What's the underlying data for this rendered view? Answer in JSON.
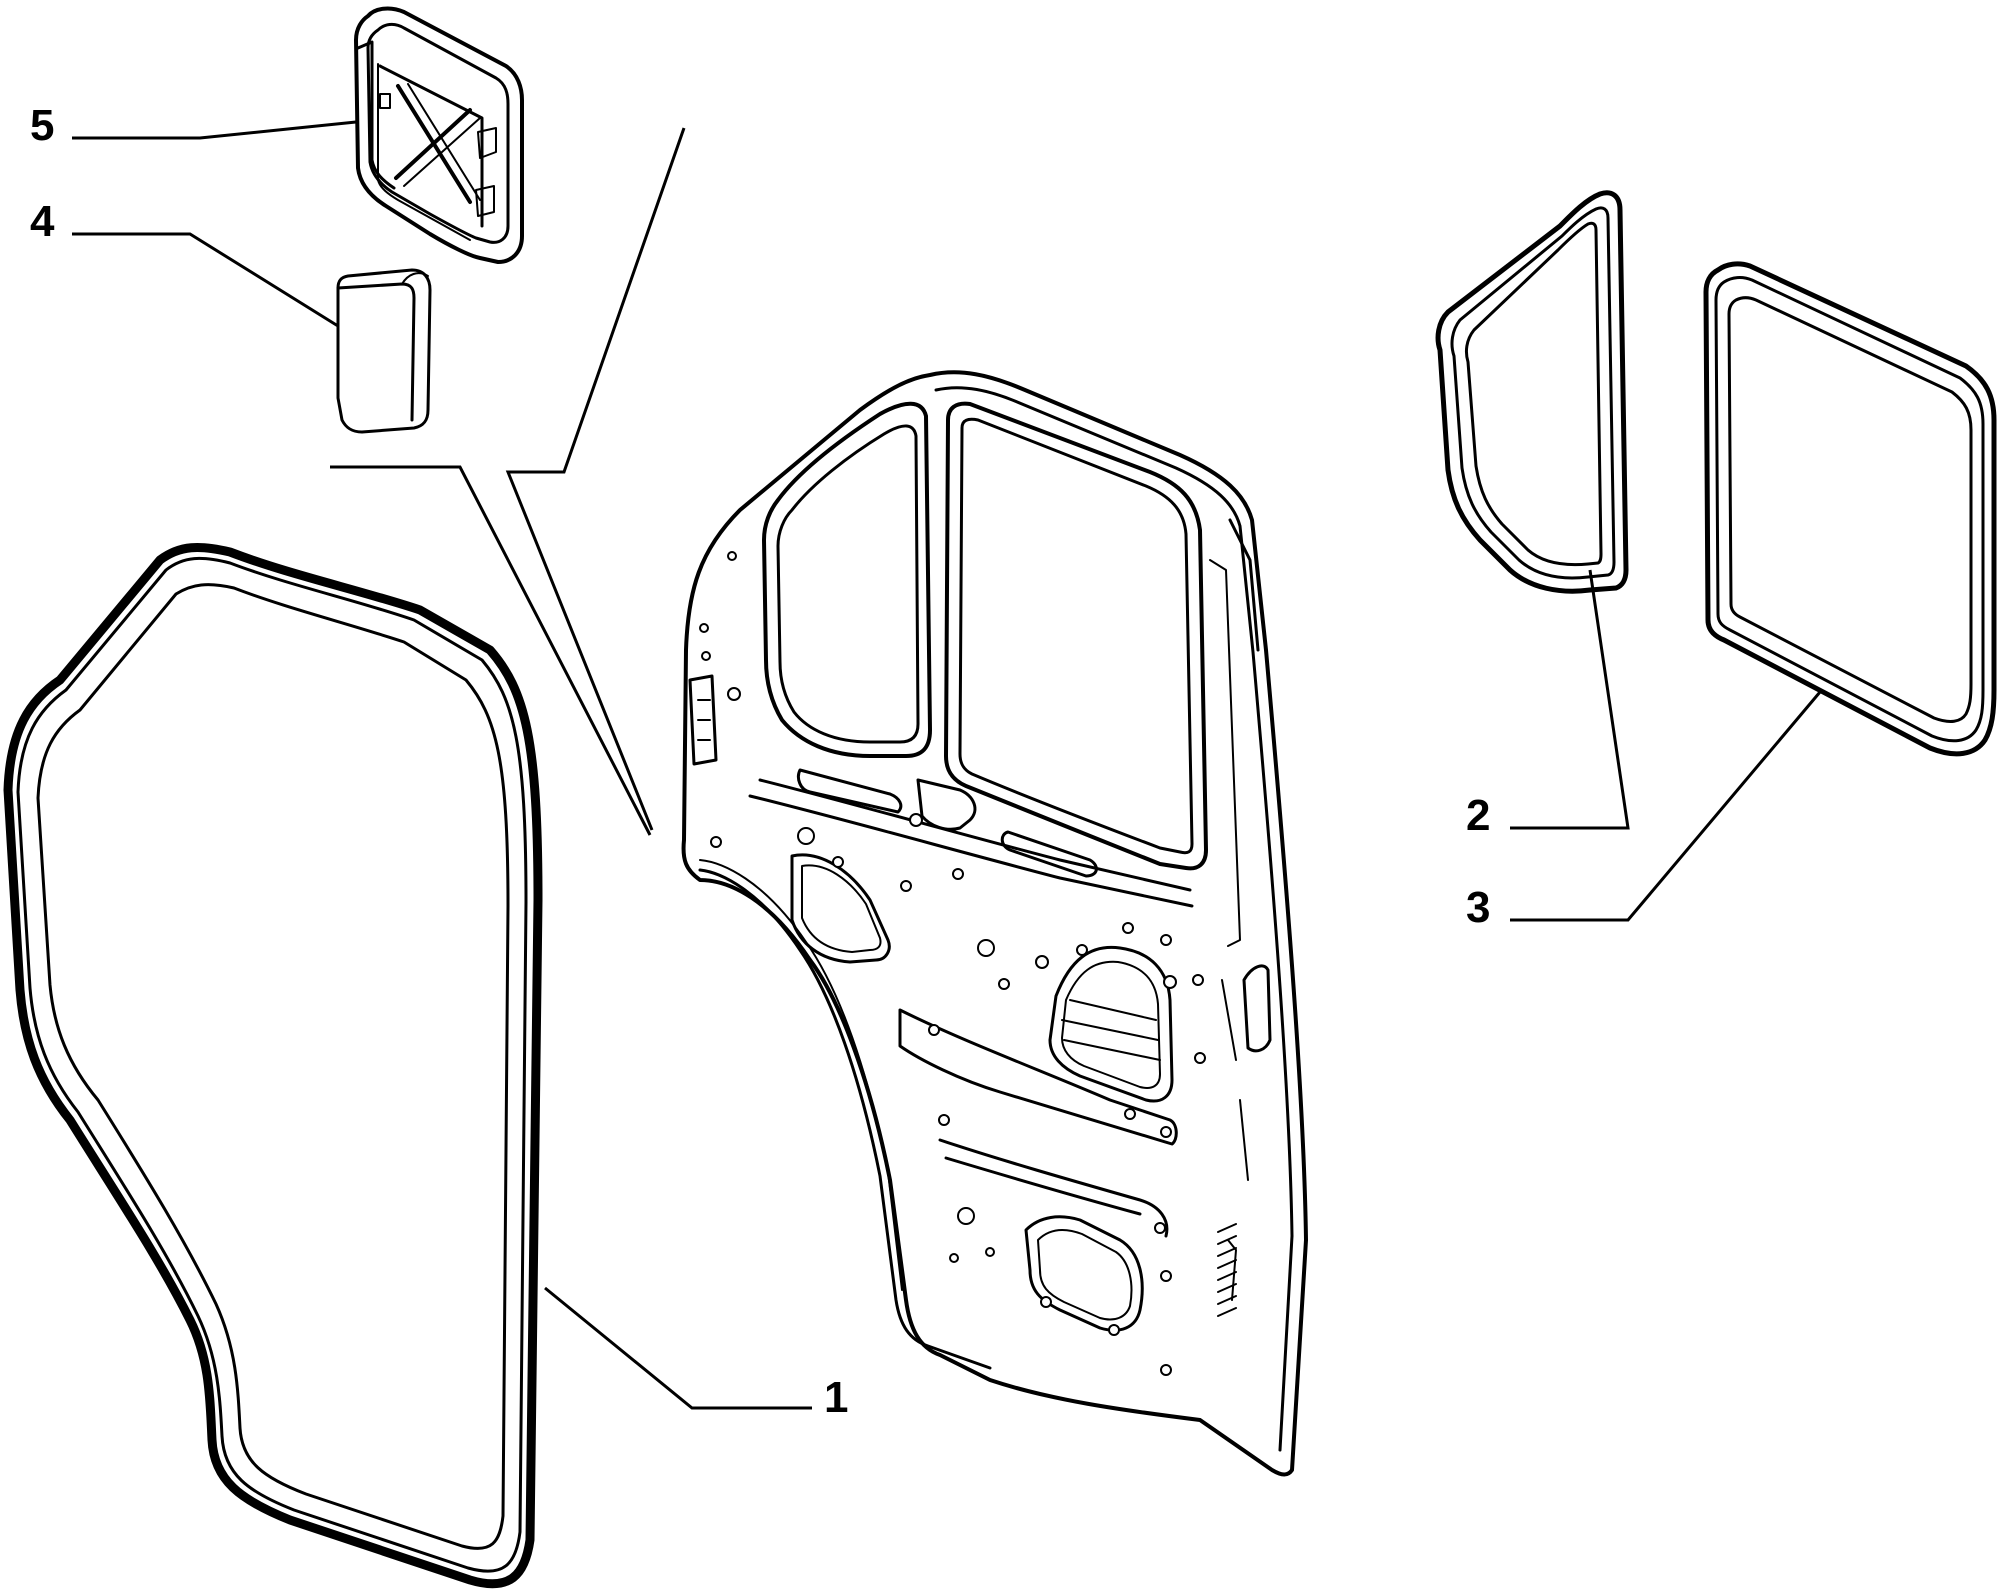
{
  "diagram": {
    "colors": {
      "ink": "#000000",
      "paper": "#ffffff"
    },
    "callouts": [
      {
        "id": "1",
        "label": "1",
        "part": "door-opening-seal"
      },
      {
        "id": "2",
        "label": "2",
        "part": "front-window-seal"
      },
      {
        "id": "3",
        "label": "3",
        "part": "rear-window-seal"
      },
      {
        "id": "4",
        "label": "4",
        "part": "plug-cap"
      },
      {
        "id": "5",
        "label": "5",
        "part": "vent-grille"
      }
    ]
  }
}
